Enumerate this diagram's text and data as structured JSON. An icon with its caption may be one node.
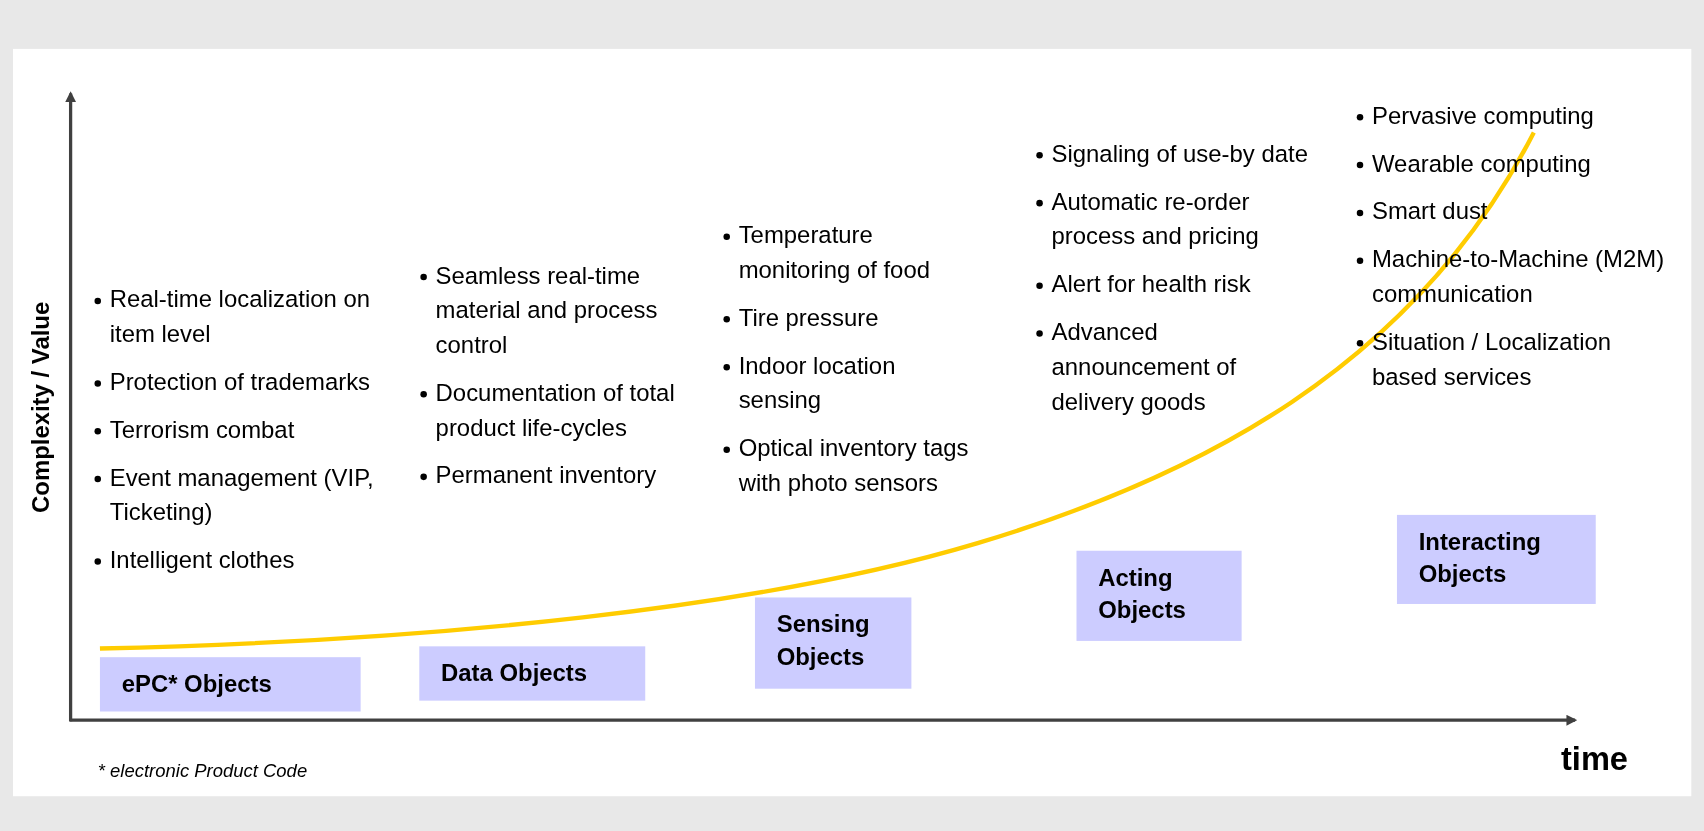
{
  "diagram": {
    "caption": "* electronic Product Code",
    "nodes": [
      {
        "text": [
          "ePC* Objects"
        ]
      },
      {
        "text": [
          "Data Objects"
        ]
      },
      {
        "text": [
          "Sensing Objects"
        ]
      },
      {
        "text": [
          "Acting Objects"
        ]
      },
      {
        "text": [
          "Interacting Objects"
        ]
      }
    ],
    "edges": [],
    "labels": [
      "Complexity / Value",
      "Real-time localization on item level",
      "Protection of trademarks",
      "Terrorism combat",
      "Event management (VIP, Ticketing)",
      "Intelligent clothes",
      "Seamless real-time material and process control",
      "Documentation of total product life-cycles",
      "Permanent inventory",
      "Temperature monitoring of food",
      "Tire pressure",
      "Indoor location sensing",
      "Optical inventory tags with photo sensors",
      "Signaling of use-by date",
      "Automatic re-order process and pricing",
      "Alert for health risk",
      "Advanced announcement of delivery goods",
      "Pervasive computing",
      "Wearable computing",
      "Smart dust",
      "Machine-to-Machine (M2M) communication",
      "Situation / Localization based services",
      "time"
    ]
  }
}
